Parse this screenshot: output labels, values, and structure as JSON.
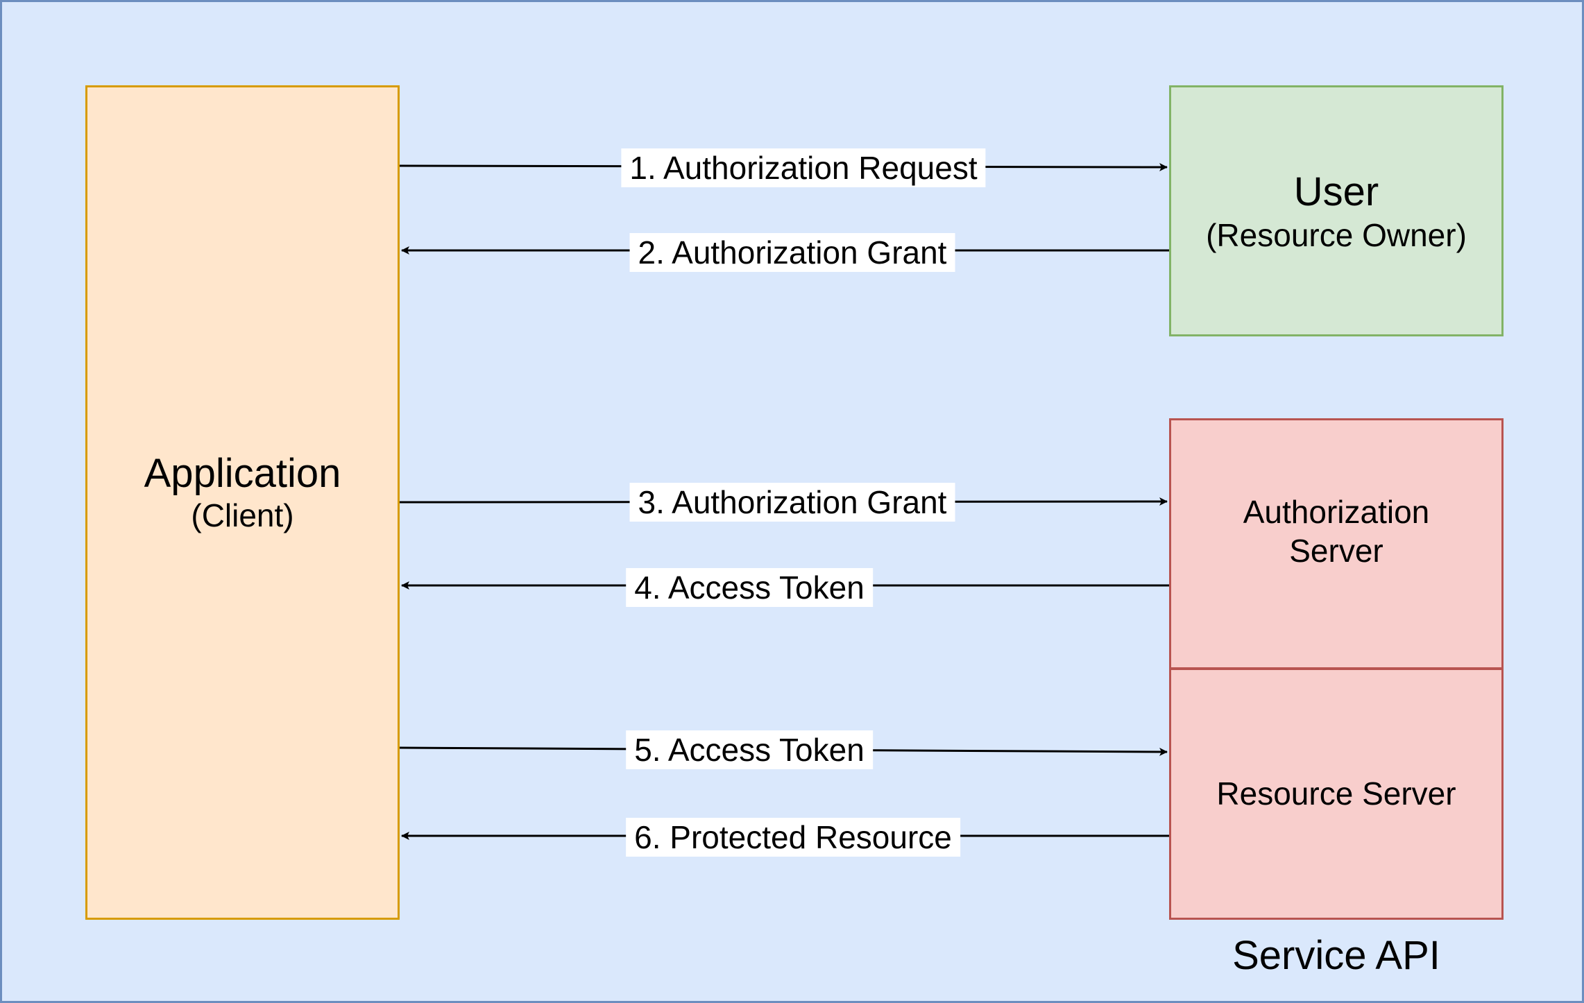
{
  "nodes": {
    "application": {
      "title": "Application",
      "subtitle": "(Client)"
    },
    "user": {
      "title": "User",
      "subtitle": "(Resource Owner)"
    },
    "authorization_server": {
      "label": "Authorization\nServer"
    },
    "resource_server": {
      "label": "Resource Server"
    },
    "service_api": {
      "label": "Service API"
    }
  },
  "flows": [
    {
      "label": "1. Authorization Request",
      "from": "application",
      "to": "user"
    },
    {
      "label": "2. Authorization Grant",
      "from": "user",
      "to": "application"
    },
    {
      "label": "3. Authorization Grant",
      "from": "application",
      "to": "authorization_server"
    },
    {
      "label": "4. Access Token",
      "from": "authorization_server",
      "to": "application"
    },
    {
      "label": "5. Access Token",
      "from": "application",
      "to": "resource_server"
    },
    {
      "label": "6. Protected Resource",
      "from": "resource_server",
      "to": "application"
    }
  ],
  "colors": {
    "background": "#dae8fc",
    "background_border": "#6c8ebf",
    "application_fill": "#ffe6cc",
    "application_border": "#d79b00",
    "user_fill": "#d5e8d4",
    "user_border": "#82b366",
    "server_fill": "#f8cecc",
    "server_border": "#b85450"
  }
}
